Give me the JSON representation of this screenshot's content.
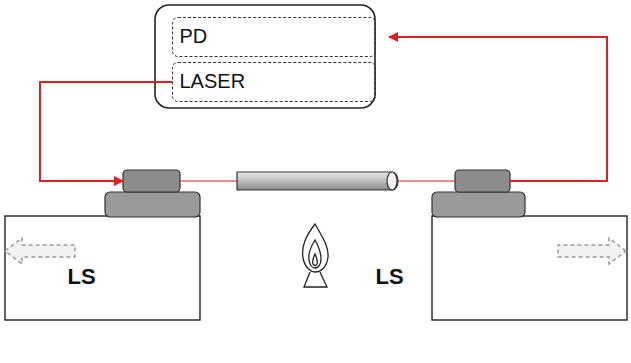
{
  "diagram": {
    "nodes": [
      {
        "text": [
          "PD"
        ]
      },
      {
        "text": [
          "LASER"
        ]
      },
      {
        "text": [
          "LS"
        ]
      },
      {
        "text": [
          "LS"
        ]
      }
    ],
    "edges": [
      {
        "from": 1,
        "to": 2,
        "arrow": "to"
      },
      {
        "from": 3,
        "to": 0,
        "arrow": "to"
      }
    ]
  }
}
